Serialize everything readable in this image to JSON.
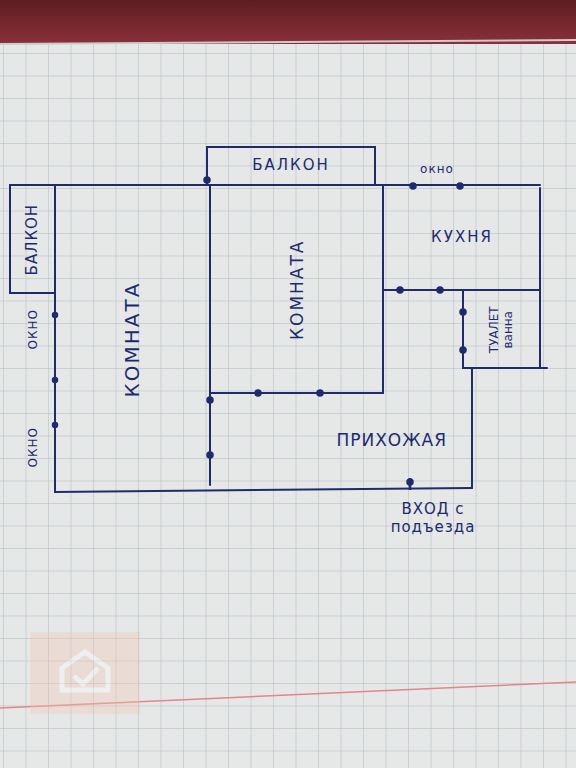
{
  "diagram": {
    "nodes": [
      {
        "text": [
          "БАЛКОН"
        ]
      },
      {
        "text": [
          "БАЛКОН"
        ]
      },
      {
        "text": [
          "КОМНАТА"
        ]
      },
      {
        "text": [
          "КОМНАТА"
        ]
      },
      {
        "text": [
          "КУХНЯ"
        ]
      },
      {
        "text": [
          "ТУАЛЕТ ванна"
        ]
      },
      {
        "text": [
          "ПРИХОЖАЯ"
        ]
      }
    ],
    "labels": [
      "окно",
      "ОКНО",
      "ОКНО",
      "ВХОД с подъезда"
    ]
  }
}
